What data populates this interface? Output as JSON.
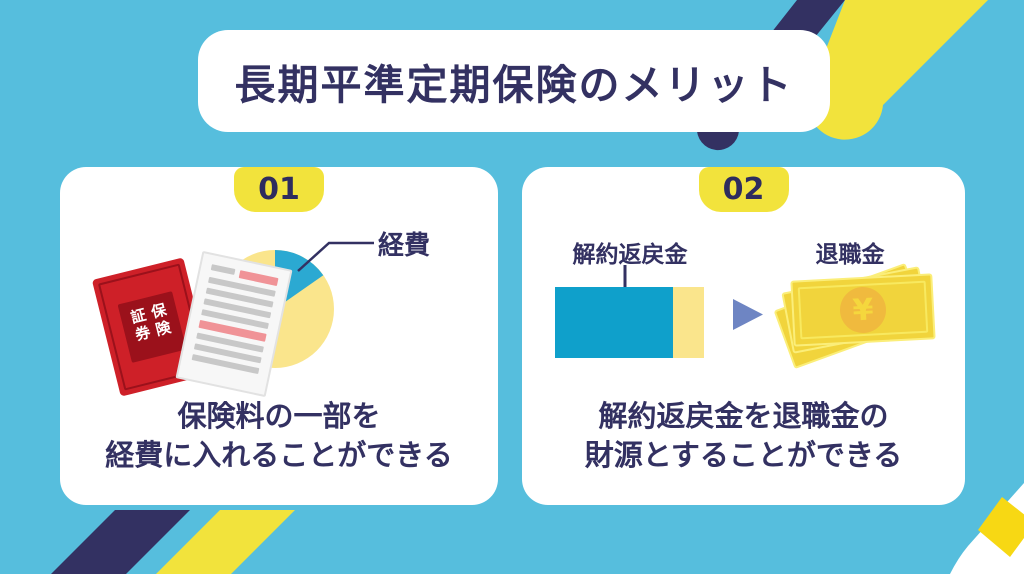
{
  "title": "長期平準定期保険のメリット",
  "colors": {
    "background": "#56BEDD",
    "navy": "#333162",
    "yellow": "#F2E33C",
    "gold": "#F7D814",
    "pie_yellow": "#FAE58C",
    "pie_blue": "#2BA9D2",
    "bar_blue": "#0FA0CB",
    "arrow_periwinkle": "#6E85C3",
    "bill_yellow": "#F1D43C",
    "coin_orange": "#F0BA3E",
    "booklet_red": "#CE2028"
  },
  "cards": [
    {
      "badge": "01",
      "pie_label": "経費",
      "booklet_text": "保険証券",
      "caption_line1": "保険料の一部を",
      "caption_line2": "経費に入れることができる"
    },
    {
      "badge": "02",
      "left_label": "解約返戻金",
      "right_label": "退職金",
      "yen_symbol": "¥",
      "caption_line1": "解約返戻金を退職金の",
      "caption_line2": "財源とすることができる"
    }
  ]
}
